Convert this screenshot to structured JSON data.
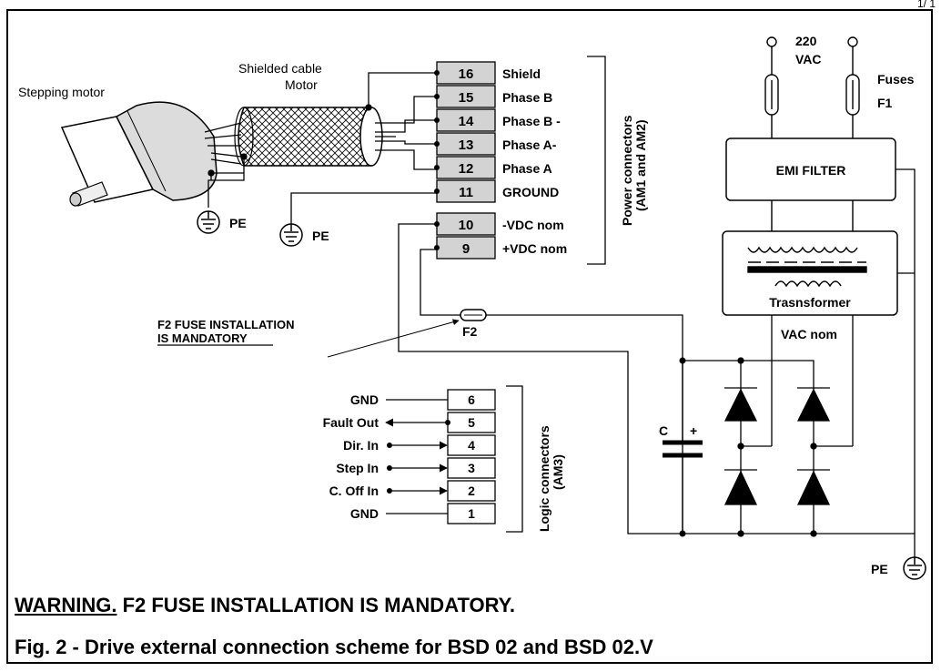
{
  "page_num": "1/ 1",
  "labels": {
    "stepping_motor": "Stepping motor",
    "shielded_cable": "Shielded cable",
    "motor": "Motor",
    "pe": "PE",
    "v220": "220",
    "vac": "VAC",
    "fuses": "Fuses",
    "f1": "F1",
    "emi_filter": "EMI FILTER",
    "transformer": "Trasnsformer",
    "vac_nom": "VAC nom",
    "f2": "F2",
    "f2_note_line1": "F2 FUSE INSTALLATION",
    "f2_note_line2": "IS MANDATORY",
    "cap_c": "C",
    "cap_plus": "+",
    "power_connectors_1": "Power connectors",
    "power_connectors_2": "(AM1 and AM2)",
    "logic_connectors_1": "Logic connectors",
    "logic_connectors_2": "(AM3)"
  },
  "power_terminals": [
    {
      "num": "16",
      "label": "Shield"
    },
    {
      "num": "15",
      "label": "Phase B"
    },
    {
      "num": "14",
      "label": "Phase B -"
    },
    {
      "num": "13",
      "label": "Phase A-"
    },
    {
      "num": "12",
      "label": "Phase A"
    },
    {
      "num": "11",
      "label": "GROUND"
    },
    {
      "num": "10",
      "label": "-VDC nom"
    },
    {
      "num": "9",
      "label": "+VDC nom"
    }
  ],
  "logic_terminals": [
    {
      "num": "6",
      "label": "GND"
    },
    {
      "num": "5",
      "label": "Fault Out"
    },
    {
      "num": "4",
      "label": "Dir. In"
    },
    {
      "num": "3",
      "label": "Step In"
    },
    {
      "num": "2",
      "label": "C. Off In"
    },
    {
      "num": "1",
      "label": "GND"
    }
  ],
  "warning_underlined": "WARNING.",
  "warning_rest": " F2 FUSE INSTALLATION IS MANDATORY.",
  "caption": "Fig. 2 - Drive external connection scheme for BSD 02 and BSD 02.V"
}
